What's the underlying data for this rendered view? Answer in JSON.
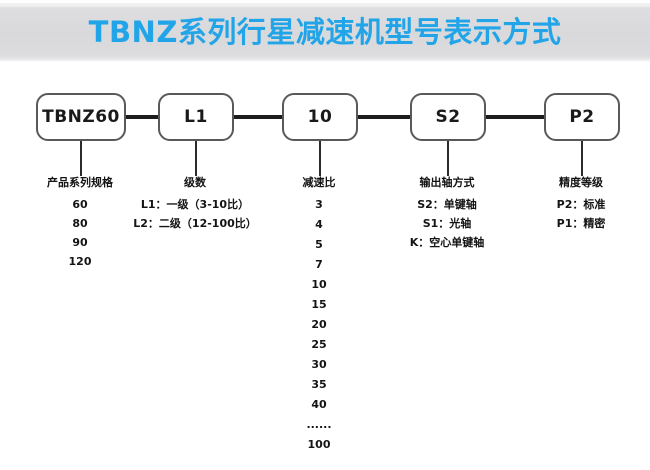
{
  "header": {
    "title": "TBNZ系列行星减速机型号表示方式",
    "title_color": "#22a5e8",
    "band_color": "#d9d9db"
  },
  "diagram": {
    "type": "model-code-breakdown",
    "boxes": [
      {
        "code": "TBNZ60"
      },
      {
        "code": "L1"
      },
      {
        "code": "10"
      },
      {
        "code": "S2"
      },
      {
        "code": "P2"
      }
    ],
    "columns": [
      {
        "key": "series",
        "title": "产品系列规格",
        "items": [
          "60",
          "80",
          "90",
          "120"
        ]
      },
      {
        "key": "stages",
        "title": "级数",
        "items": [
          "L1：一级（3-10比）",
          "L2：二级（12-100比）"
        ]
      },
      {
        "key": "ratio",
        "title": "减速比",
        "items": [
          "3",
          "4",
          "5",
          "7",
          "10",
          "15",
          "20",
          "25",
          "30",
          "35",
          "40",
          "......",
          "100"
        ]
      },
      {
        "key": "output-shaft",
        "title": "输出轴方式",
        "items": [
          "S2：单键轴",
          "S1：光轴",
          "K：空心单键轴"
        ]
      },
      {
        "key": "precision",
        "title": "精度等级",
        "items": [
          "P2：标准",
          "P1：精密"
        ]
      }
    ]
  }
}
